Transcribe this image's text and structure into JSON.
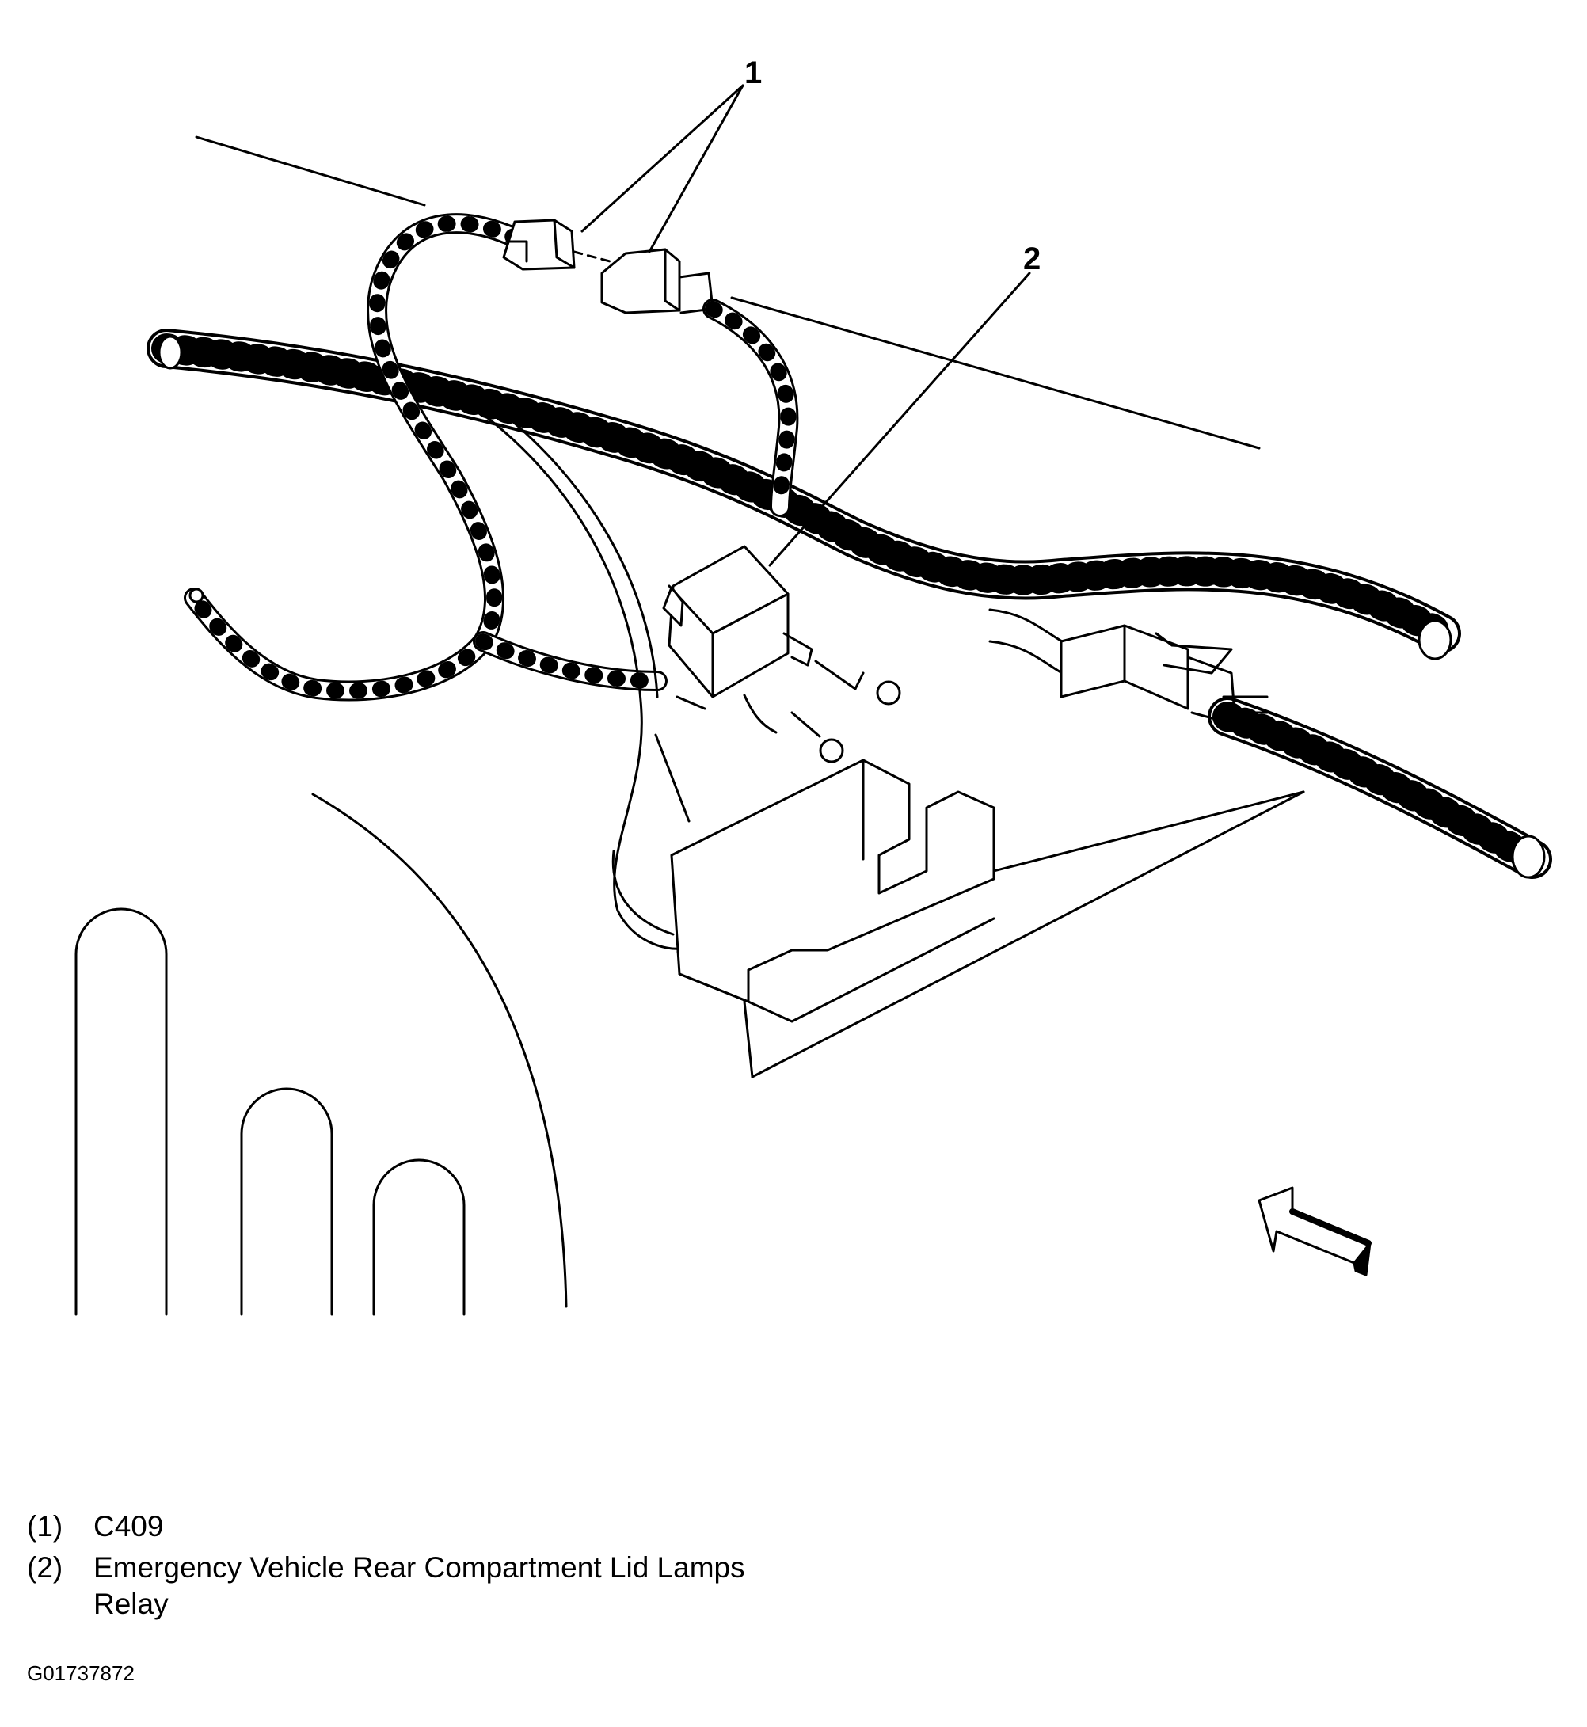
{
  "callouts": [
    {
      "number": "1"
    },
    {
      "number": "2"
    }
  ],
  "legend": [
    {
      "num": "(1)",
      "text": "C409"
    },
    {
      "num": "(2)",
      "text": "Emergency Vehicle Rear Compartment Lid Lamps Relay"
    }
  ],
  "figure_id": "G01737872",
  "icons": [
    "view-direction-arrow-icon",
    "wire-harness",
    "relay",
    "connector",
    "bracket"
  ]
}
